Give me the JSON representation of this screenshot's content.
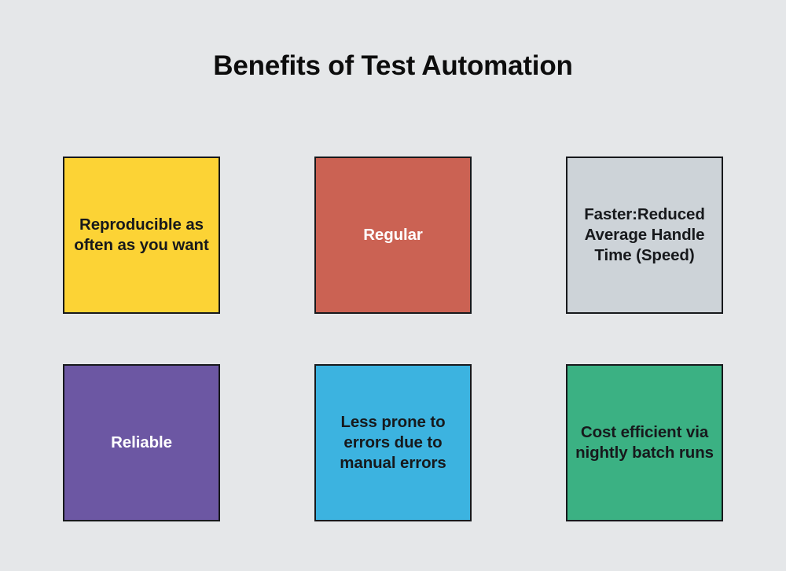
{
  "slide": {
    "title": "Benefits of Test Automation",
    "background_color": "#e5e7e9",
    "title_color": "#0d0d0d"
  },
  "cards": [
    {
      "id": "reproducible",
      "label": "Reproducible as often as you want",
      "fill_color": "#fcd335",
      "text_color": "#17191c",
      "border_color": "#17191c",
      "column": 0,
      "row": 0
    },
    {
      "id": "regular",
      "label": "Regular",
      "fill_color": "#cb6253",
      "text_color": "#ffffff",
      "border_color": "#17191c",
      "column": 1,
      "row": 0
    },
    {
      "id": "faster",
      "label": "Faster:Reduced Average Handle Time (Speed)",
      "fill_color": "#cdd3d8",
      "text_color": "#17191c",
      "border_color": "#17191c",
      "column": 2,
      "row": 0
    },
    {
      "id": "reliable",
      "label": "Reliable",
      "fill_color": "#6c57a3",
      "text_color": "#ffffff",
      "border_color": "#17191c",
      "column": 0,
      "row": 1
    },
    {
      "id": "less-prone-to-errors",
      "label": "Less prone to errors due to manual errors",
      "fill_color": "#3cb3e0",
      "text_color": "#17191c",
      "border_color": "#17191c",
      "column": 1,
      "row": 1
    },
    {
      "id": "cost-efficient",
      "label": "Cost efficient via nightly batch runs",
      "fill_color": "#3bb183",
      "text_color": "#17191c",
      "border_color": "#17191c",
      "column": 2,
      "row": 1
    }
  ]
}
